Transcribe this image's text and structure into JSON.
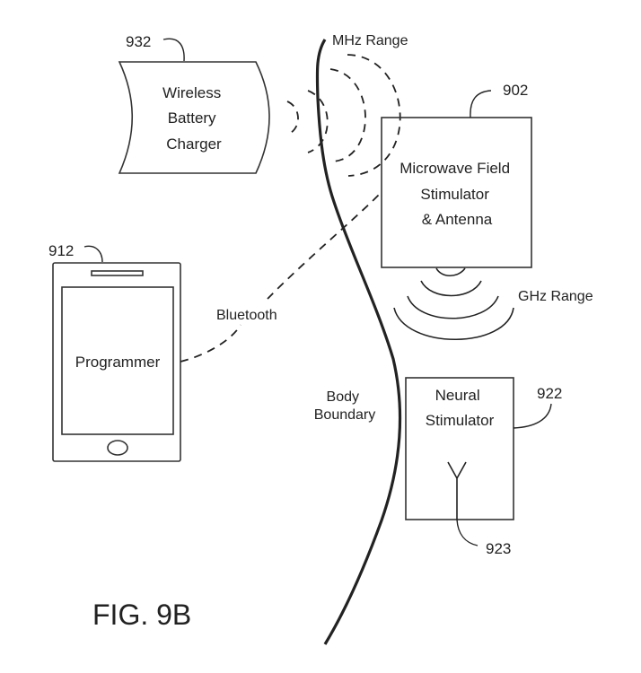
{
  "figure": {
    "caption": "FIG. 9B",
    "colors": {
      "ink": "#222222",
      "background": "#ffffff"
    }
  },
  "components": {
    "wireless_charger": {
      "ref": "932",
      "lines": [
        "Wireless",
        "Battery",
        "Charger"
      ]
    },
    "microwave_stimulator": {
      "ref": "902",
      "lines": [
        "Microwave Field",
        "Stimulator",
        "& Antenna"
      ]
    },
    "programmer": {
      "ref": "912",
      "label": "Programmer"
    },
    "neural_stimulator": {
      "ref": "922",
      "lines": [
        "Neural",
        "Stimulator"
      ],
      "antenna_ref": "923"
    }
  },
  "links": {
    "mhz": "MHz Range",
    "ghz": "GHz Range",
    "bluetooth": "Bluetooth"
  },
  "boundary": {
    "lines": [
      "Body",
      "Boundary"
    ]
  }
}
